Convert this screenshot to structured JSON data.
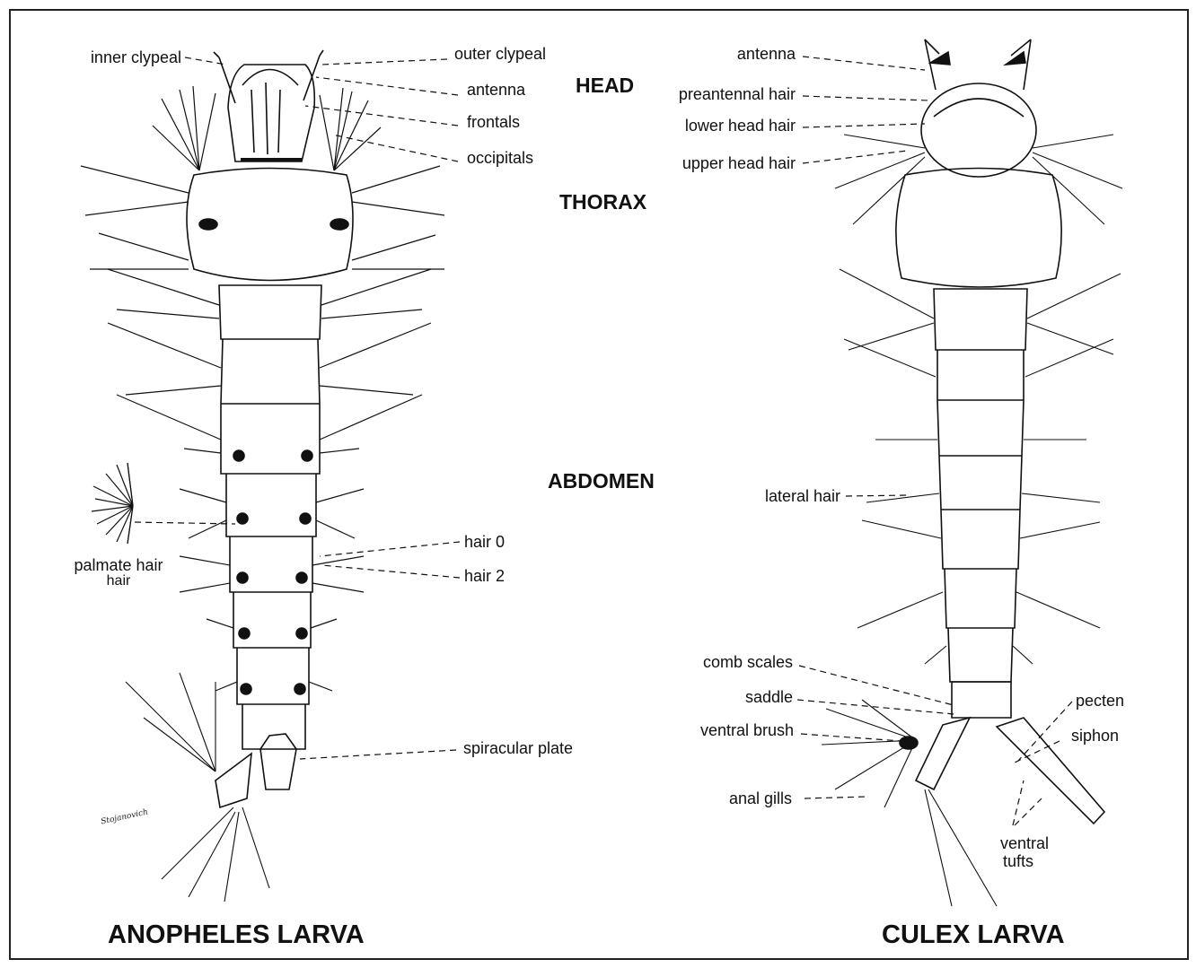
{
  "titles": {
    "anopheles": "ANOPHELES LARVA",
    "culex": "CULEX LARVA"
  },
  "sections": {
    "head": "HEAD",
    "thorax": "THORAX",
    "abdomen": "ABDOMEN"
  },
  "anopheles_labels": {
    "inner_clypeal": "inner clypeal",
    "outer_clypeal": "outer clypeal",
    "antenna": "antenna",
    "frontals": "frontals",
    "occipitals": "occipitals",
    "palmate_hair": "palmate hair",
    "palmate_hair_sub": "hair",
    "hair_0": "hair 0",
    "hair_2": "hair 2",
    "spiracular_plate": "spiracular plate"
  },
  "culex_labels": {
    "antenna": "antenna",
    "preantennal_hair": "preantennal hair",
    "lower_head_hair": "lower head hair",
    "upper_head_hair": "upper head hair",
    "lateral_hair": "lateral hair",
    "comb_scales": "comb scales",
    "saddle": "saddle",
    "ventral_brush": "ventral brush",
    "anal_gills": "anal gills",
    "pecten": "pecten",
    "siphon": "siphon",
    "ventral_tufts_1": "ventral",
    "ventral_tufts_2": "tufts"
  },
  "signature": "Stojanovich",
  "colors": {
    "ink": "#111111",
    "background": "#ffffff"
  }
}
